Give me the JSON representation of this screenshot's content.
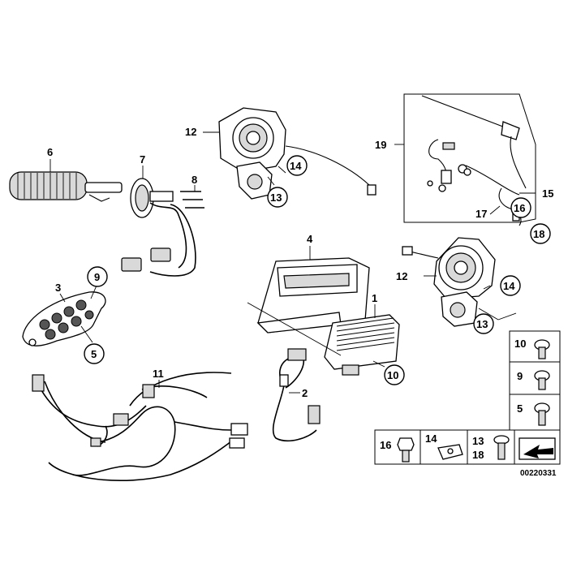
{
  "labels": {
    "l1": "1",
    "l2": "2",
    "l3": "3",
    "l4": "4",
    "l5": "5",
    "l6": "6",
    "l7": "7",
    "l8": "8",
    "l9": "9",
    "l10": "10",
    "l11": "11",
    "l12a": "12",
    "l12b": "12",
    "l13a": "13",
    "l13b": "13",
    "l14a": "14",
    "l14b": "14",
    "l15": "15",
    "l16": "16",
    "l17": "17",
    "l18": "18",
    "l19": "19"
  },
  "legend": {
    "t10": "10",
    "t9": "9",
    "t5": "5",
    "t16": "16",
    "t14": "14",
    "t13": "13",
    "t18": "18"
  },
  "diagram_code": "00220331"
}
